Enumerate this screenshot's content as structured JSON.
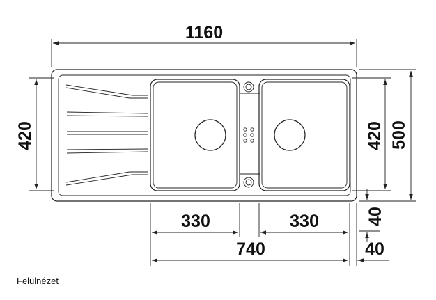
{
  "dimensions": {
    "overall_width": "1160",
    "bowl_height_left": "420",
    "bowl_height_right": "420",
    "overall_depth": "500",
    "bowl_width_left": "330",
    "bowl_width_right": "330",
    "bowls_span": "740",
    "edge_offset_vertical": "40",
    "edge_offset_horizontal": "40"
  },
  "caption": "Felülnézet",
  "colors": {
    "line": "#222222",
    "background": "#ffffff"
  }
}
